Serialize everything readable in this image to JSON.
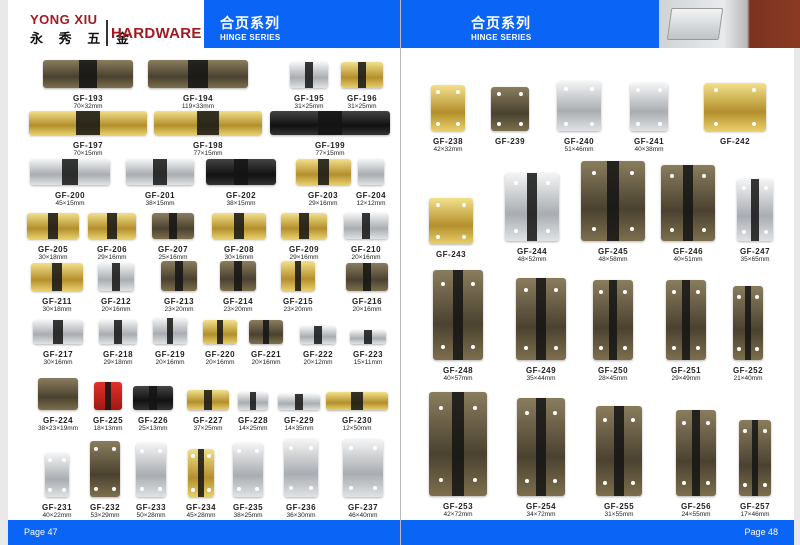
{
  "brand": {
    "name_en": "YONG XIU",
    "name_cn": "永 秀 五 金",
    "hardware": "HARDWARE"
  },
  "section": {
    "title_cn": "合页系列",
    "title_en": "HINGE SERIES"
  },
  "pages": {
    "left": "Page 47",
    "right": "Page 48"
  },
  "left_products": [
    {
      "name": "GF-193",
      "size": "70×32mm"
    },
    {
      "name": "GF-194",
      "size": "119×33mm"
    },
    {
      "name": "GF-195",
      "size": "31×25mm"
    },
    {
      "name": "GF-196",
      "size": "31×25mm"
    },
    {
      "name": "GF-197",
      "size": "70×15mm"
    },
    {
      "name": "GF-198",
      "size": "77×15mm"
    },
    {
      "name": "GF-199",
      "size": "77×15mm"
    },
    {
      "name": "GF-200",
      "size": "45×15mm"
    },
    {
      "name": "GF-201",
      "size": "38×15mm"
    },
    {
      "name": "GF-202",
      "size": "38×15mm"
    },
    {
      "name": "GF-203",
      "size": "29×16mm"
    },
    {
      "name": "GF-204",
      "size": "12×12mm"
    },
    {
      "name": "GF-205",
      "size": "30×18mm"
    },
    {
      "name": "GF-206",
      "size": "29×16mm"
    },
    {
      "name": "GF-207",
      "size": "25×16mm"
    },
    {
      "name": "GF-208",
      "size": "30×16mm"
    },
    {
      "name": "GF-209",
      "size": "29×16mm"
    },
    {
      "name": "GF-210",
      "size": "20×16mm"
    },
    {
      "name": "GF-211",
      "size": "30×18mm"
    },
    {
      "name": "GF-212",
      "size": "20×16mm"
    },
    {
      "name": "GF-213",
      "size": "23×20mm"
    },
    {
      "name": "GF-214",
      "size": "23×20mm"
    },
    {
      "name": "GF-215",
      "size": "23×20mm"
    },
    {
      "name": "GF-216",
      "size": "20×16mm"
    },
    {
      "name": "GF-217",
      "size": "30×16mm"
    },
    {
      "name": "GF-218",
      "size": "29×18mm"
    },
    {
      "name": "GF-219",
      "size": "20×16mm"
    },
    {
      "name": "GF-220",
      "size": "20×16mm"
    },
    {
      "name": "GF-221",
      "size": "20×16mm"
    },
    {
      "name": "GF-222",
      "size": "20×12mm"
    },
    {
      "name": "GF-223",
      "size": "15×11mm"
    },
    {
      "name": "GF-224",
      "size": "38×23×19mm"
    },
    {
      "name": "GF-225",
      "size": "18×13mm"
    },
    {
      "name": "GF-226",
      "size": "25×13mm"
    },
    {
      "name": "GF-227",
      "size": "37×25mm"
    },
    {
      "name": "GF-228",
      "size": "14×25mm"
    },
    {
      "name": "GF-229",
      "size": "14×35mm"
    },
    {
      "name": "GF-230",
      "size": "12×50mm"
    },
    {
      "name": "GF-231",
      "size": "40×22mm"
    },
    {
      "name": "GF-232",
      "size": "53×29mm"
    },
    {
      "name": "GF-233",
      "size": "50×28mm"
    },
    {
      "name": "GF-234",
      "size": "45×28mm"
    },
    {
      "name": "GF-235",
      "size": "38×25mm"
    },
    {
      "name": "GF-236",
      "size": "36×30mm"
    },
    {
      "name": "GF-237",
      "size": "46×40mm"
    }
  ],
  "right_products": [
    {
      "name": "GF-238",
      "size": "42×32mm"
    },
    {
      "name": "GF-239",
      "size": ""
    },
    {
      "name": "GF-240",
      "size": "51×46mm"
    },
    {
      "name": "GF-241",
      "size": "40×38mm"
    },
    {
      "name": "GF-242",
      "size": ""
    },
    {
      "name": "GF-243",
      "size": ""
    },
    {
      "name": "GF-244",
      "size": "48×52mm"
    },
    {
      "name": "GF-245",
      "size": "48×58mm"
    },
    {
      "name": "GF-246",
      "size": "40×51mm"
    },
    {
      "name": "GF-247",
      "size": "35×65mm"
    },
    {
      "name": "GF-248",
      "size": "40×57mm"
    },
    {
      "name": "GF-249",
      "size": "35×44mm"
    },
    {
      "name": "GF-250",
      "size": "28×45mm"
    },
    {
      "name": "GF-251",
      "size": "29×49mm"
    },
    {
      "name": "GF-252",
      "size": "21×40mm"
    },
    {
      "name": "GF-253",
      "size": "42×72mm"
    },
    {
      "name": "GF-254",
      "size": "34×72mm"
    },
    {
      "name": "GF-255",
      "size": "31×55mm"
    },
    {
      "name": "GF-256",
      "size": "24×55mm"
    },
    {
      "name": "GF-257",
      "size": "17×46mm"
    }
  ]
}
